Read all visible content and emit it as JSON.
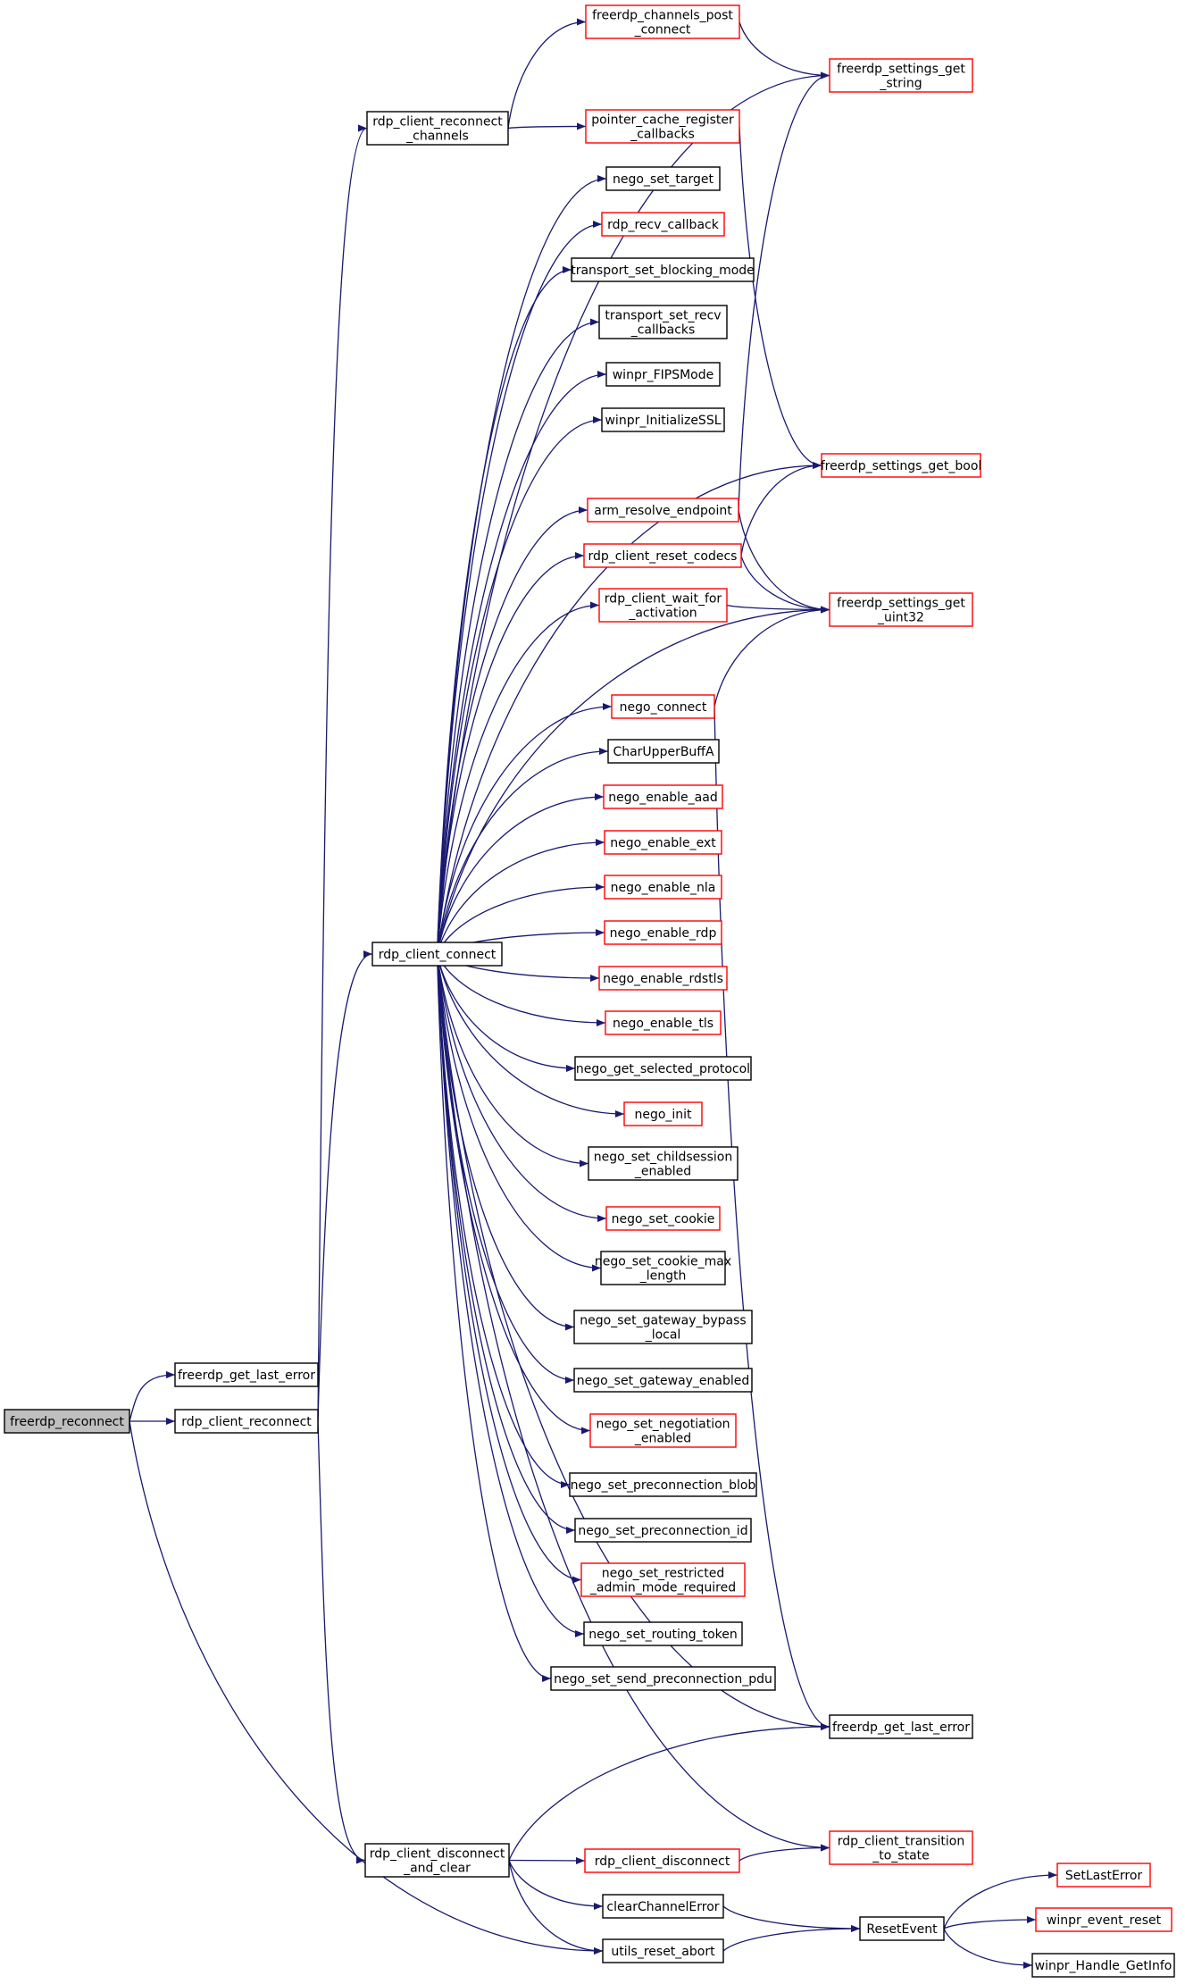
{
  "graph": {
    "edge_color": "#191970",
    "node_border_red": "#ff0000",
    "node_border_black": "#000000",
    "root_fill": "#bfbfbf",
    "nodes": [
      {
        "id": "freerdp_reconnect",
        "lines": [
          "freerdp_reconnect"
        ],
        "border": "black",
        "root": true
      },
      {
        "id": "freerdp_get_last_error_left",
        "lines": [
          "freerdp_get_last_error"
        ],
        "border": "black"
      },
      {
        "id": "rdp_client_reconnect",
        "lines": [
          "rdp_client_reconnect"
        ],
        "border": "black"
      },
      {
        "id": "rdp_client_reconnect_channels",
        "lines": [
          "rdp_client_reconnect",
          "_channels"
        ],
        "border": "black"
      },
      {
        "id": "rdp_client_connect",
        "lines": [
          "rdp_client_connect"
        ],
        "border": "black"
      },
      {
        "id": "rdp_client_disconnect_and_clear",
        "lines": [
          "rdp_client_disconnect",
          "_and_clear"
        ],
        "border": "black"
      },
      {
        "id": "freerdp_channels_post_connect",
        "lines": [
          "freerdp_channels_post",
          "_connect"
        ],
        "border": "red"
      },
      {
        "id": "pointer_cache_register_callbacks",
        "lines": [
          "pointer_cache_register",
          "_callbacks"
        ],
        "border": "red"
      },
      {
        "id": "nego_set_target",
        "lines": [
          "nego_set_target"
        ],
        "border": "black"
      },
      {
        "id": "rdp_recv_callback",
        "lines": [
          "rdp_recv_callback"
        ],
        "border": "red"
      },
      {
        "id": "transport_set_blocking_mode",
        "lines": [
          "transport_set_blocking_mode"
        ],
        "border": "black"
      },
      {
        "id": "transport_set_recv_callbacks",
        "lines": [
          "transport_set_recv",
          "_callbacks"
        ],
        "border": "black"
      },
      {
        "id": "winpr_FIPSMode",
        "lines": [
          "winpr_FIPSMode"
        ],
        "border": "black"
      },
      {
        "id": "winpr_InitializeSSL",
        "lines": [
          "winpr_InitializeSSL"
        ],
        "border": "black"
      },
      {
        "id": "arm_resolve_endpoint",
        "lines": [
          "arm_resolve_endpoint"
        ],
        "border": "red"
      },
      {
        "id": "rdp_client_reset_codecs",
        "lines": [
          "rdp_client_reset_codecs"
        ],
        "border": "red"
      },
      {
        "id": "rdp_client_wait_for_activation",
        "lines": [
          "rdp_client_wait_for",
          "_activation"
        ],
        "border": "red"
      },
      {
        "id": "nego_connect",
        "lines": [
          "nego_connect"
        ],
        "border": "red"
      },
      {
        "id": "CharUpperBuffA",
        "lines": [
          "CharUpperBuffA"
        ],
        "border": "black"
      },
      {
        "id": "nego_enable_aad",
        "lines": [
          "nego_enable_aad"
        ],
        "border": "red"
      },
      {
        "id": "nego_enable_ext",
        "lines": [
          "nego_enable_ext"
        ],
        "border": "red"
      },
      {
        "id": "nego_enable_nla",
        "lines": [
          "nego_enable_nla"
        ],
        "border": "red"
      },
      {
        "id": "nego_enable_rdp",
        "lines": [
          "nego_enable_rdp"
        ],
        "border": "red"
      },
      {
        "id": "nego_enable_rdstls",
        "lines": [
          "nego_enable_rdstls"
        ],
        "border": "red"
      },
      {
        "id": "nego_enable_tls",
        "lines": [
          "nego_enable_tls"
        ],
        "border": "red"
      },
      {
        "id": "nego_get_selected_protocol",
        "lines": [
          "nego_get_selected_protocol"
        ],
        "border": "black"
      },
      {
        "id": "nego_init",
        "lines": [
          "nego_init"
        ],
        "border": "red"
      },
      {
        "id": "nego_set_childsession_enabled",
        "lines": [
          "nego_set_childsession",
          "_enabled"
        ],
        "border": "black"
      },
      {
        "id": "nego_set_cookie",
        "lines": [
          "nego_set_cookie"
        ],
        "border": "red"
      },
      {
        "id": "nego_set_cookie_max_length",
        "lines": [
          "nego_set_cookie_max",
          "_length"
        ],
        "border": "black"
      },
      {
        "id": "nego_set_gateway_bypass_local",
        "lines": [
          "nego_set_gateway_bypass",
          "_local"
        ],
        "border": "black"
      },
      {
        "id": "nego_set_gateway_enabled",
        "lines": [
          "nego_set_gateway_enabled"
        ],
        "border": "black"
      },
      {
        "id": "nego_set_negotiation_enabled",
        "lines": [
          "nego_set_negotiation",
          "_enabled"
        ],
        "border": "red"
      },
      {
        "id": "nego_set_preconnection_blob",
        "lines": [
          "nego_set_preconnection_blob"
        ],
        "border": "black"
      },
      {
        "id": "nego_set_preconnection_id",
        "lines": [
          "nego_set_preconnection_id"
        ],
        "border": "black"
      },
      {
        "id": "nego_set_restricted_admin_mode_required",
        "lines": [
          "nego_set_restricted",
          "_admin_mode_required"
        ],
        "border": "red"
      },
      {
        "id": "nego_set_routing_token",
        "lines": [
          "nego_set_routing_token"
        ],
        "border": "black"
      },
      {
        "id": "nego_set_send_preconnection_pdu",
        "lines": [
          "nego_set_send_preconnection_pdu"
        ],
        "border": "black"
      },
      {
        "id": "rdp_client_disconnect",
        "lines": [
          "rdp_client_disconnect"
        ],
        "border": "red"
      },
      {
        "id": "clearChannelError",
        "lines": [
          "clearChannelError"
        ],
        "border": "black"
      },
      {
        "id": "utils_reset_abort",
        "lines": [
          "utils_reset_abort"
        ],
        "border": "black"
      },
      {
        "id": "freerdp_settings_get_string",
        "lines": [
          "freerdp_settings_get",
          "_string"
        ],
        "border": "red"
      },
      {
        "id": "freerdp_settings_get_bool",
        "lines": [
          "freerdp_settings_get_bool"
        ],
        "border": "red"
      },
      {
        "id": "freerdp_settings_get_uint32",
        "lines": [
          "freerdp_settings_get",
          "_uint32"
        ],
        "border": "red"
      },
      {
        "id": "freerdp_get_last_error_right",
        "lines": [
          "freerdp_get_last_error"
        ],
        "border": "black"
      },
      {
        "id": "rdp_client_transition_to_state",
        "lines": [
          "rdp_client_transition",
          "_to_state"
        ],
        "border": "red"
      },
      {
        "id": "ResetEvent",
        "lines": [
          "ResetEvent"
        ],
        "border": "black"
      },
      {
        "id": "SetLastError",
        "lines": [
          "SetLastError"
        ],
        "border": "red"
      },
      {
        "id": "winpr_event_reset",
        "lines": [
          "winpr_event_reset"
        ],
        "border": "red"
      },
      {
        "id": "winpr_Handle_GetInfo",
        "lines": [
          "winpr_Handle_GetInfo"
        ],
        "border": "black"
      }
    ],
    "edges": [
      [
        "freerdp_reconnect",
        "freerdp_get_last_error_left"
      ],
      [
        "freerdp_reconnect",
        "rdp_client_reconnect"
      ],
      [
        "freerdp_reconnect",
        "utils_reset_abort"
      ],
      [
        "rdp_client_reconnect",
        "rdp_client_reconnect_channels"
      ],
      [
        "rdp_client_reconnect",
        "rdp_client_connect"
      ],
      [
        "rdp_client_reconnect",
        "rdp_client_disconnect_and_clear"
      ],
      [
        "rdp_client_reconnect_channels",
        "freerdp_channels_post_connect"
      ],
      [
        "rdp_client_reconnect_channels",
        "pointer_cache_register_callbacks"
      ],
      [
        "freerdp_channels_post_connect",
        "freerdp_settings_get_string"
      ],
      [
        "pointer_cache_register_callbacks",
        "freerdp_settings_get_bool"
      ],
      [
        "rdp_client_connect",
        "freerdp_settings_get_string"
      ],
      [
        "rdp_client_connect",
        "nego_set_target"
      ],
      [
        "rdp_client_connect",
        "rdp_recv_callback"
      ],
      [
        "rdp_client_connect",
        "transport_set_blocking_mode"
      ],
      [
        "rdp_client_connect",
        "transport_set_recv_callbacks"
      ],
      [
        "rdp_client_connect",
        "winpr_FIPSMode"
      ],
      [
        "rdp_client_connect",
        "winpr_InitializeSSL"
      ],
      [
        "rdp_client_connect",
        "freerdp_settings_get_bool"
      ],
      [
        "rdp_client_connect",
        "arm_resolve_endpoint"
      ],
      [
        "rdp_client_connect",
        "rdp_client_reset_codecs"
      ],
      [
        "rdp_client_connect",
        "rdp_client_wait_for_activation"
      ],
      [
        "rdp_client_connect",
        "freerdp_settings_get_uint32"
      ],
      [
        "rdp_client_connect",
        "nego_connect"
      ],
      [
        "rdp_client_connect",
        "CharUpperBuffA"
      ],
      [
        "rdp_client_connect",
        "nego_enable_aad"
      ],
      [
        "rdp_client_connect",
        "nego_enable_ext"
      ],
      [
        "rdp_client_connect",
        "nego_enable_nla"
      ],
      [
        "rdp_client_connect",
        "nego_enable_rdp"
      ],
      [
        "rdp_client_connect",
        "nego_enable_rdstls"
      ],
      [
        "rdp_client_connect",
        "nego_enable_tls"
      ],
      [
        "rdp_client_connect",
        "nego_get_selected_protocol"
      ],
      [
        "rdp_client_connect",
        "nego_init"
      ],
      [
        "rdp_client_connect",
        "nego_set_childsession_enabled"
      ],
      [
        "rdp_client_connect",
        "nego_set_cookie"
      ],
      [
        "rdp_client_connect",
        "nego_set_cookie_max_length"
      ],
      [
        "rdp_client_connect",
        "nego_set_gateway_bypass_local"
      ],
      [
        "rdp_client_connect",
        "nego_set_gateway_enabled"
      ],
      [
        "rdp_client_connect",
        "nego_set_negotiation_enabled"
      ],
      [
        "rdp_client_connect",
        "nego_set_preconnection_blob"
      ],
      [
        "rdp_client_connect",
        "nego_set_preconnection_id"
      ],
      [
        "rdp_client_connect",
        "nego_set_restricted_admin_mode_required"
      ],
      [
        "rdp_client_connect",
        "nego_set_routing_token"
      ],
      [
        "rdp_client_connect",
        "nego_set_send_preconnection_pdu"
      ],
      [
        "rdp_client_connect",
        "freerdp_get_last_error_right"
      ],
      [
        "rdp_client_connect",
        "rdp_client_transition_to_state"
      ],
      [
        "arm_resolve_endpoint",
        "freerdp_settings_get_string"
      ],
      [
        "arm_resolve_endpoint",
        "freerdp_settings_get_uint32"
      ],
      [
        "rdp_client_reset_codecs",
        "freerdp_settings_get_bool"
      ],
      [
        "rdp_client_reset_codecs",
        "freerdp_settings_get_uint32"
      ],
      [
        "rdp_client_wait_for_activation",
        "freerdp_settings_get_uint32"
      ],
      [
        "nego_connect",
        "freerdp_settings_get_uint32"
      ],
      [
        "nego_connect",
        "freerdp_get_last_error_right"
      ],
      [
        "rdp_client_disconnect_and_clear",
        "freerdp_get_last_error_right"
      ],
      [
        "rdp_client_disconnect_and_clear",
        "rdp_client_disconnect"
      ],
      [
        "rdp_client_disconnect_and_clear",
        "clearChannelError"
      ],
      [
        "rdp_client_disconnect_and_clear",
        "utils_reset_abort"
      ],
      [
        "rdp_client_disconnect",
        "rdp_client_transition_to_state"
      ],
      [
        "clearChannelError",
        "ResetEvent"
      ],
      [
        "utils_reset_abort",
        "ResetEvent"
      ],
      [
        "ResetEvent",
        "SetLastError"
      ],
      [
        "ResetEvent",
        "winpr_event_reset"
      ],
      [
        "ResetEvent",
        "winpr_Handle_GetInfo"
      ]
    ]
  }
}
